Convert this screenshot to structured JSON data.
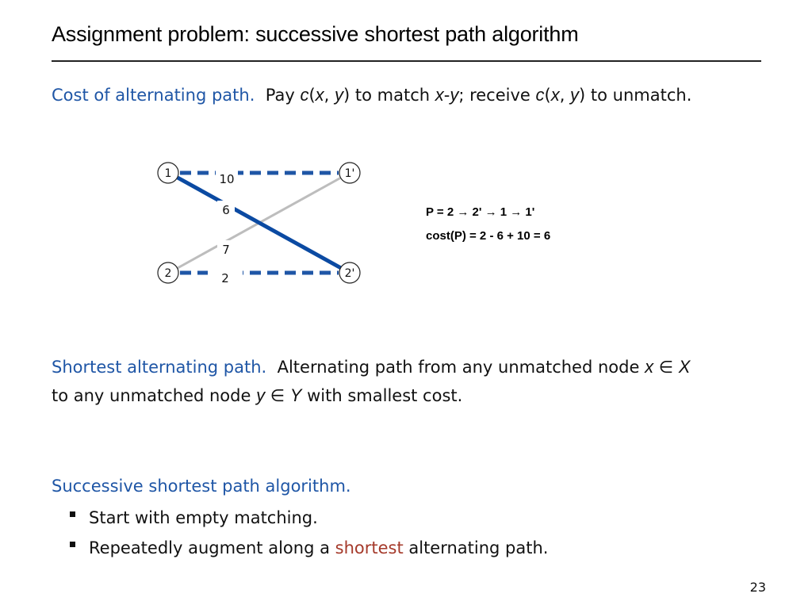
{
  "title": "Assignment problem:  successive shortest path algorithm",
  "cost_section": {
    "heading": "Cost of alternating path.",
    "t1": "Pay ",
    "c1": "c",
    "t2": "(",
    "x1": "x",
    "t3": ", ",
    "y1": "y",
    "t4": ") to match ",
    "x2": "x",
    "t5": "-",
    "y2": "y",
    "t6": "; receive ",
    "c2": "c",
    "t7": "(",
    "x3": "x",
    "t8": ", ",
    "y3": "y",
    "t9": ") to unmatch."
  },
  "graph": {
    "nodes": [
      "1",
      "1'",
      "2",
      "2'"
    ],
    "edge_costs": {
      "e1_1p": "10",
      "e1_2p": "6",
      "e2_1p": "7",
      "e2_2p": "2"
    },
    "colors": {
      "matched": "#1f56a6",
      "path": "#0b4aa2",
      "other": "#bdbdbd"
    }
  },
  "formula": {
    "path": "P = 2 → 2' → 1 → 1'",
    "cost": "cost(P) = 2 - 6 + 10 = 6"
  },
  "shortest_section": {
    "heading": "Shortest alternating path.",
    "t1": "Alternating path from any unmatched node ",
    "x": "x",
    "in1": " ∈ ",
    "X": "X",
    "t2": "to any unmatched node ",
    "y": "y",
    "in2": " ∈ ",
    "Y": "Y",
    "t3": " with smallest cost."
  },
  "algorithm_section": {
    "heading": "Successive shortest path algorithm.",
    "bullet1": "Start with empty matching.",
    "bullet2_a": "Repeatedly augment along a ",
    "bullet2_em": "shortest",
    "bullet2_b": " alternating path."
  },
  "page_number": "23"
}
